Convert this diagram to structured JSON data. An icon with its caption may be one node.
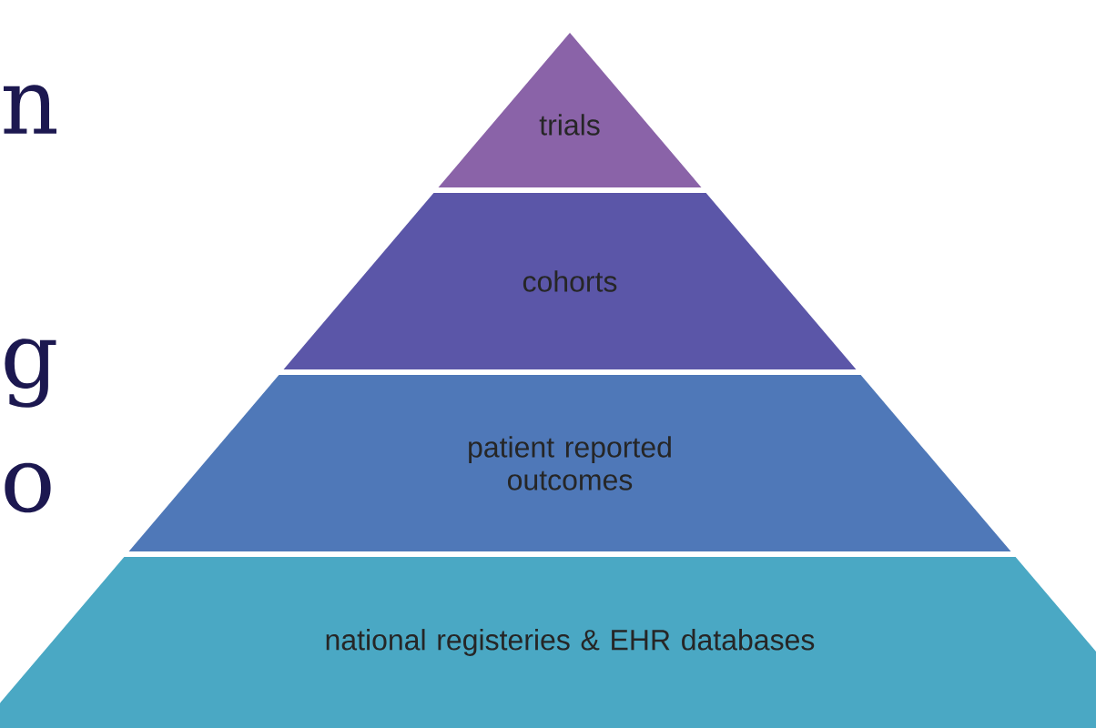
{
  "diagram": {
    "nodes": [
      {
        "text": [
          "trials"
        ]
      },
      {
        "text": [
          "cohorts"
        ]
      },
      {
        "text": [
          "patient reported outcomes"
        ]
      },
      {
        "text": [
          "national registeries & EHR databases"
        ]
      }
    ],
    "labels": [
      "n",
      "g",
      "o"
    ]
  }
}
